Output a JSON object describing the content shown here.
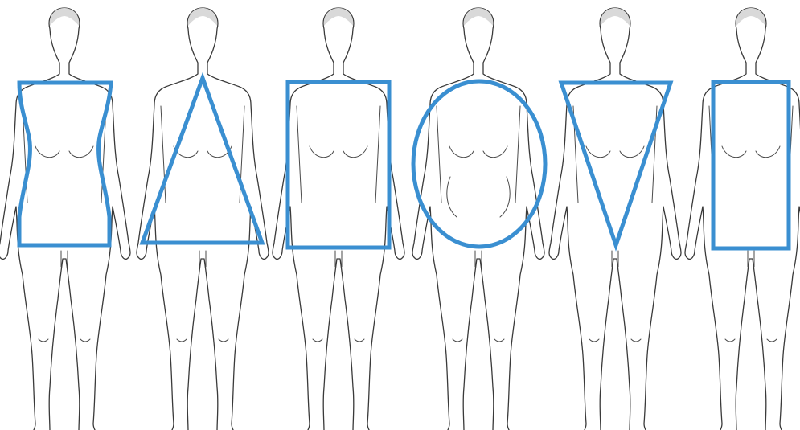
{
  "figures": [
    {
      "shape": "hourglass"
    },
    {
      "shape": "triangle"
    },
    {
      "shape": "rectangle"
    },
    {
      "shape": "oval"
    },
    {
      "shape": "inverted-triangle"
    },
    {
      "shape": "rectangle"
    }
  ],
  "colors": {
    "overlay": "#3a8fd1",
    "outline": "#3a3a3a",
    "hair": "#d9d9d9",
    "background": "#ffffff"
  }
}
